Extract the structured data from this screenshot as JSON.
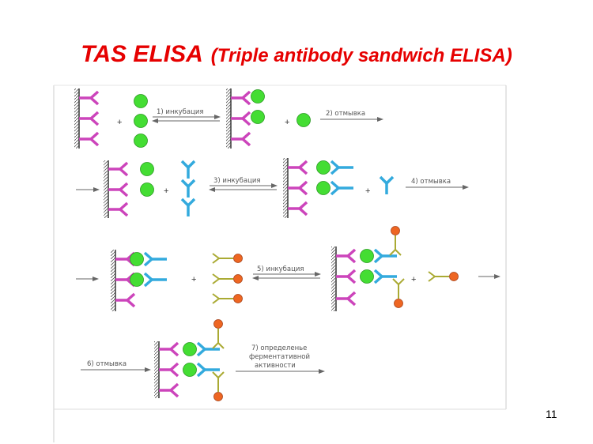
{
  "title": "TAS ELISA",
  "subtitle": "(Triple antibody sandwich ELISA)",
  "page_number": "11",
  "steps": [
    {
      "label": "1) инкубация"
    },
    {
      "label": "2) отмывка"
    },
    {
      "label": "3) инкубация"
    },
    {
      "label": "4) отмывка"
    },
    {
      "label": "5) инкубация"
    },
    {
      "label": "6) отмывка"
    },
    {
      "label_lines": [
        "7) определенье",
        "ферментативной",
        "активности"
      ]
    }
  ],
  "colors": {
    "title": "#e60000",
    "capture_antibody": "#cc44bb",
    "antigen": "#44dd33",
    "detection_antibody": "#33aadd",
    "conjugate_antibody": "#aaaa33",
    "enzyme": "#ee6622"
  },
  "operators": [
    "+",
    "+",
    "+",
    "+",
    "+",
    "+"
  ]
}
